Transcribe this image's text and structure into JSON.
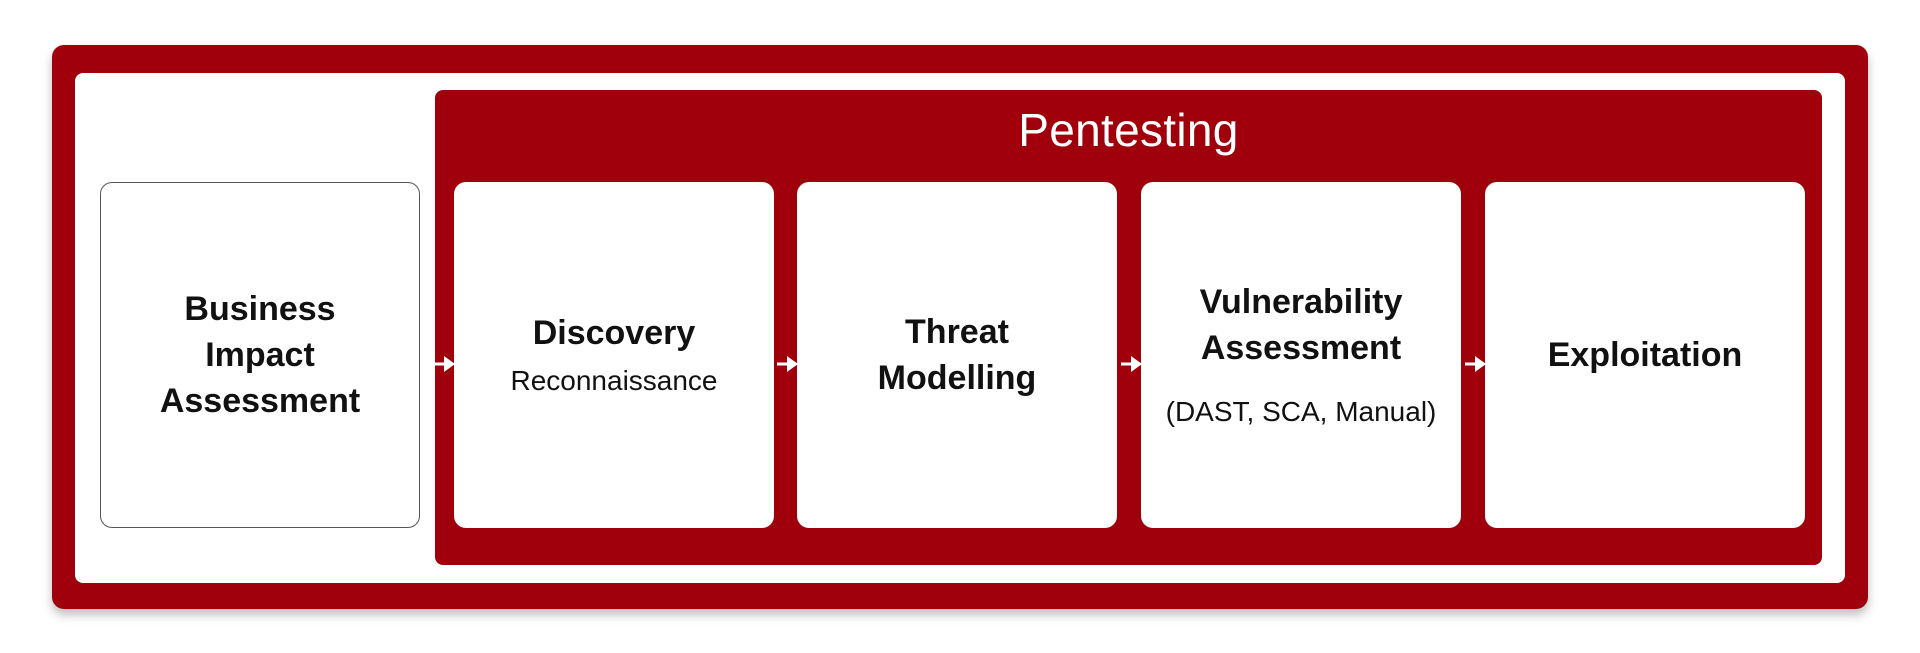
{
  "colors": {
    "frame": "#9f000b",
    "box": "#ffffff",
    "text": "#111111"
  },
  "pentesting": {
    "title": "Pentesting"
  },
  "stages": {
    "business_impact": {
      "title": "Business\nImpact\nAssessment"
    },
    "discovery": {
      "title": "Discovery",
      "subtitle": "Reconnaissance"
    },
    "threat_modelling": {
      "title": "Threat\nModelling"
    },
    "vulnerability_assessment": {
      "title": "Vulnerability\nAssessment",
      "subtitle": "(DAST, SCA, Manual)"
    },
    "exploitation": {
      "title": "Exploitation"
    }
  },
  "connectors": [
    "arrow-right-icon",
    "arrow-right-icon",
    "arrow-right-icon",
    "arrow-right-icon"
  ]
}
